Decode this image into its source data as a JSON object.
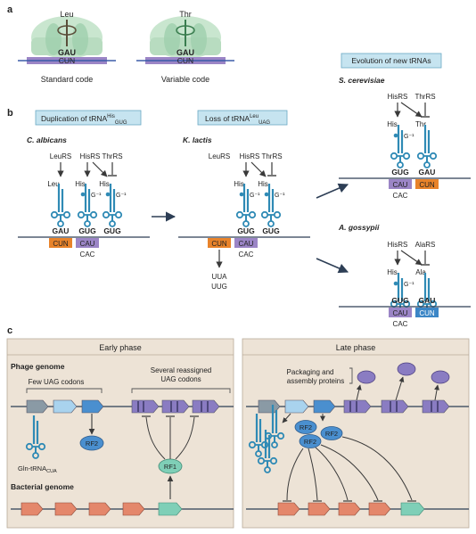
{
  "panels": {
    "a": {
      "label": "a",
      "left": {
        "aa": "Leu",
        "anticodon": "GAU",
        "codon": "CUN",
        "caption": "Standard code"
      },
      "right": {
        "aa": "Thr",
        "anticodon": "GAU",
        "codon": "CUN",
        "caption": "Variable code"
      }
    },
    "b": {
      "label": "b",
      "dup_box_main": "Duplication of tRNA",
      "dup_box_sup": "His",
      "dup_box_sub": "GUG",
      "loss_box_main": "Loss of tRNA",
      "loss_box_sup": "Leu",
      "loss_box_sub": "UAG",
      "evo_box": "Evolution of new tRNAs",
      "c_albicans": {
        "species": "C. albicans",
        "enzymes": [
          "LeuRS",
          "HisRS",
          "ThrRS"
        ],
        "aas": [
          "Leu",
          "His",
          "His"
        ],
        "g1": "G⁻¹",
        "anticodons": [
          "GAU",
          "GUG",
          "GUG"
        ],
        "codons": [
          "CUN",
          "CAU"
        ],
        "codon_extra": "CAC"
      },
      "k_lactis": {
        "species": "K. lactis",
        "enzymes": [
          "LeuRS",
          "HisRS",
          "ThrRS"
        ],
        "aas": [
          "His",
          "His"
        ],
        "g1": "G⁻¹",
        "anticodons": [
          "GUG",
          "GUG"
        ],
        "codons": [
          "CUN",
          "CAU"
        ],
        "codon_extra": "CAC",
        "reassigned": [
          "UUA",
          "UUG"
        ]
      },
      "s_cerevisiae": {
        "species": "S. cerevisiae",
        "enzymes": [
          "HisRS",
          "ThrRS"
        ],
        "aas": [
          "His",
          "Thr"
        ],
        "g1": "G⁻¹",
        "anticodons": [
          "GUG",
          "GAU"
        ],
        "codons": [
          "CAU",
          "CUN"
        ],
        "codon_extra": "CAC"
      },
      "a_gossypii": {
        "species": "A. gossypii",
        "enzymes": [
          "HisRS",
          "AlaRS"
        ],
        "aas": [
          "His",
          "Ala"
        ],
        "g1": "G⁻¹",
        "anticodons": [
          "GUG",
          "GAU"
        ],
        "codons": [
          "CAU",
          "CUN"
        ],
        "codon_extra": "CAC"
      }
    },
    "c": {
      "label": "c",
      "early": {
        "title": "Early phase",
        "phage_genome": "Phage genome",
        "few_uag": "Few UAG codons",
        "several_line1": "Several reassigned",
        "several_line2": "UAG codons",
        "trna_label": "Gln-tRNA",
        "trna_sub": "CUA",
        "rf2": "RF2",
        "rf1": "RF1",
        "bacterial_genome": "Bacterial genome"
      },
      "late": {
        "title": "Late phase",
        "packaging_line1": "Packaging and",
        "packaging_line2": "assembly proteins",
        "rf2_labels": [
          "RF2",
          "RF2",
          "RF2"
        ]
      }
    }
  },
  "colors": {
    "orange_box": "#e8832a",
    "purple_box": "#9b85c6",
    "blue_box": "#3b86c6",
    "light_blue_box": "#c6e4f0",
    "panel_bg": "#ede3d6",
    "trna": "#2f8ab5",
    "line": "#3a3a3a"
  }
}
